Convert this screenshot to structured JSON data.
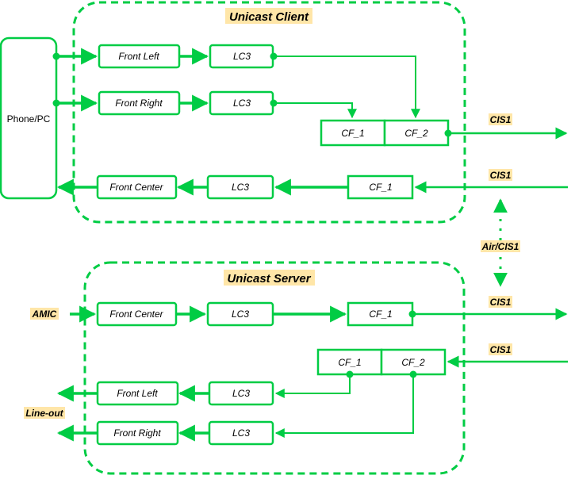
{
  "colors": {
    "accent": "#00cc44",
    "tag_bg": "#ffe6a8",
    "text": "#000000",
    "background": "#ffffff"
  },
  "groups": {
    "client_title": "Unicast Client",
    "server_title": "Unicast Server"
  },
  "source": {
    "phone_pc": "Phone/PC"
  },
  "client": {
    "front_left": "Front Left",
    "front_right": "Front Right",
    "lc3_left": "LC3",
    "lc3_right": "LC3",
    "cf1": "CF_1",
    "cf2": "CF_2",
    "front_center": "Front Center",
    "lc3_center": "LC3",
    "cf1_rx": "CF_1"
  },
  "server": {
    "amic": "AMIC",
    "front_center": "Front Center",
    "lc3_center": "LC3",
    "cf1_tx": "CF_1",
    "cf1": "CF_1",
    "cf2": "CF_2",
    "front_left": "Front Left",
    "lc3_left": "LC3",
    "front_right": "Front Right",
    "lc3_right": "LC3",
    "line_out": "Line-out"
  },
  "links": {
    "cis1_out_client": "CIS1",
    "cis1_in_client": "CIS1",
    "air_cis1": "Air/CIS1",
    "cis1_out_server": "CIS1",
    "cis1_in_server": "CIS1"
  }
}
